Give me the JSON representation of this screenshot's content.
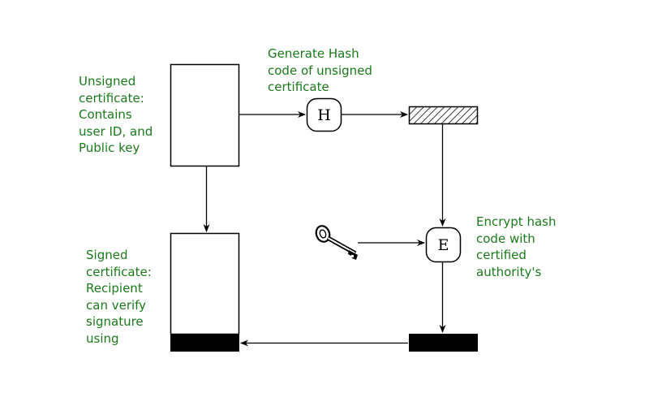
{
  "colors": {
    "label_text": "#1a7a1a",
    "stroke": "#000000",
    "background": "#ffffff"
  },
  "labels": {
    "unsigned_certificate": "Unsigned\ncertificate:\nContains\nuser ID, and\nPublic key",
    "generate_hash": "Generate Hash\ncode of unsigned\ncertificate",
    "encrypt_hash": "Encrypt hash\ncode with\ncertified\nauthority's",
    "signed_certificate": "Signed\ncertificate:\nRecipient\ncan verify\nsignature\nusing"
  },
  "nodes": {
    "hash_function": "H",
    "encrypt_function": "E"
  },
  "icons": {
    "private_key": "key-icon"
  }
}
